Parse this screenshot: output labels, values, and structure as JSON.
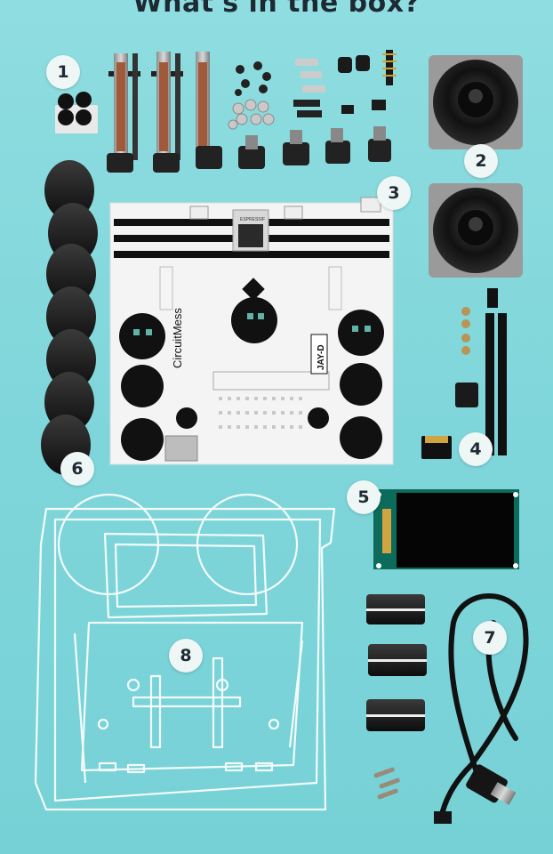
{
  "page": {
    "title": "What's in the box?"
  },
  "board": {
    "brand": "CircuitMess",
    "model": "JAY-D",
    "chip": "ESPRESSIF"
  },
  "callouts": [
    "1",
    "2",
    "3",
    "4",
    "5",
    "6",
    "7",
    "8"
  ],
  "colors": {
    "background": "#7fd6da",
    "badge": "#eef6f6",
    "title": "#1d2a33"
  }
}
